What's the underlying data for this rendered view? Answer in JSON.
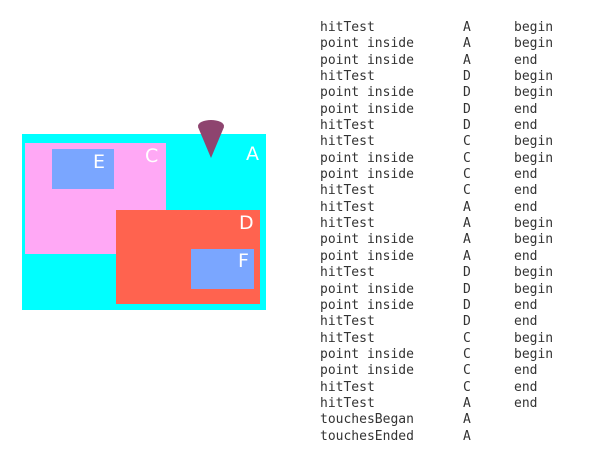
{
  "colors": {
    "view_a": "#00ffff",
    "view_c": "#ffa8f5",
    "view_d": "#ff634f",
    "view_e": "#7aa6ff",
    "view_f": "#7aa6ff",
    "touch": "#8e446f",
    "label": "#ffffff",
    "log_text": "#333333"
  },
  "views": {
    "a": {
      "label": "A"
    },
    "c": {
      "label": "C"
    },
    "d": {
      "label": "D"
    },
    "e": {
      "label": "E"
    },
    "f": {
      "label": "F"
    }
  },
  "touch_icon": "touch-point-icon",
  "log": [
    {
      "event": "hitTest",
      "view": "A",
      "phase": "begin"
    },
    {
      "event": "point inside",
      "view": "A",
      "phase": "begin"
    },
    {
      "event": "point inside",
      "view": "A",
      "phase": "end"
    },
    {
      "event": "hitTest",
      "view": "D",
      "phase": "begin"
    },
    {
      "event": "point inside",
      "view": "D",
      "phase": "begin"
    },
    {
      "event": "point inside",
      "view": "D",
      "phase": "end"
    },
    {
      "event": "hitTest",
      "view": "D",
      "phase": "end"
    },
    {
      "event": "hitTest",
      "view": "C",
      "phase": "begin"
    },
    {
      "event": "point inside",
      "view": "C",
      "phase": "begin"
    },
    {
      "event": "point inside",
      "view": "C",
      "phase": "end"
    },
    {
      "event": "hitTest",
      "view": "C",
      "phase": "end"
    },
    {
      "event": "hitTest",
      "view": "A",
      "phase": "end"
    },
    {
      "event": "hitTest",
      "view": "A",
      "phase": "begin"
    },
    {
      "event": "point inside",
      "view": "A",
      "phase": "begin"
    },
    {
      "event": "point inside",
      "view": "A",
      "phase": "end"
    },
    {
      "event": "hitTest",
      "view": "D",
      "phase": "begin"
    },
    {
      "event": "point inside",
      "view": "D",
      "phase": "begin"
    },
    {
      "event": "point inside",
      "view": "D",
      "phase": "end"
    },
    {
      "event": "hitTest",
      "view": "D",
      "phase": "end"
    },
    {
      "event": "hitTest",
      "view": "C",
      "phase": "begin"
    },
    {
      "event": "point inside",
      "view": "C",
      "phase": "begin"
    },
    {
      "event": "point inside",
      "view": "C",
      "phase": "end"
    },
    {
      "event": "hitTest",
      "view": "C",
      "phase": "end"
    },
    {
      "event": "hitTest",
      "view": "A",
      "phase": "end"
    },
    {
      "event": "touchesBegan",
      "view": "A",
      "phase": ""
    },
    {
      "event": "touchesEnded",
      "view": "A",
      "phase": ""
    }
  ]
}
